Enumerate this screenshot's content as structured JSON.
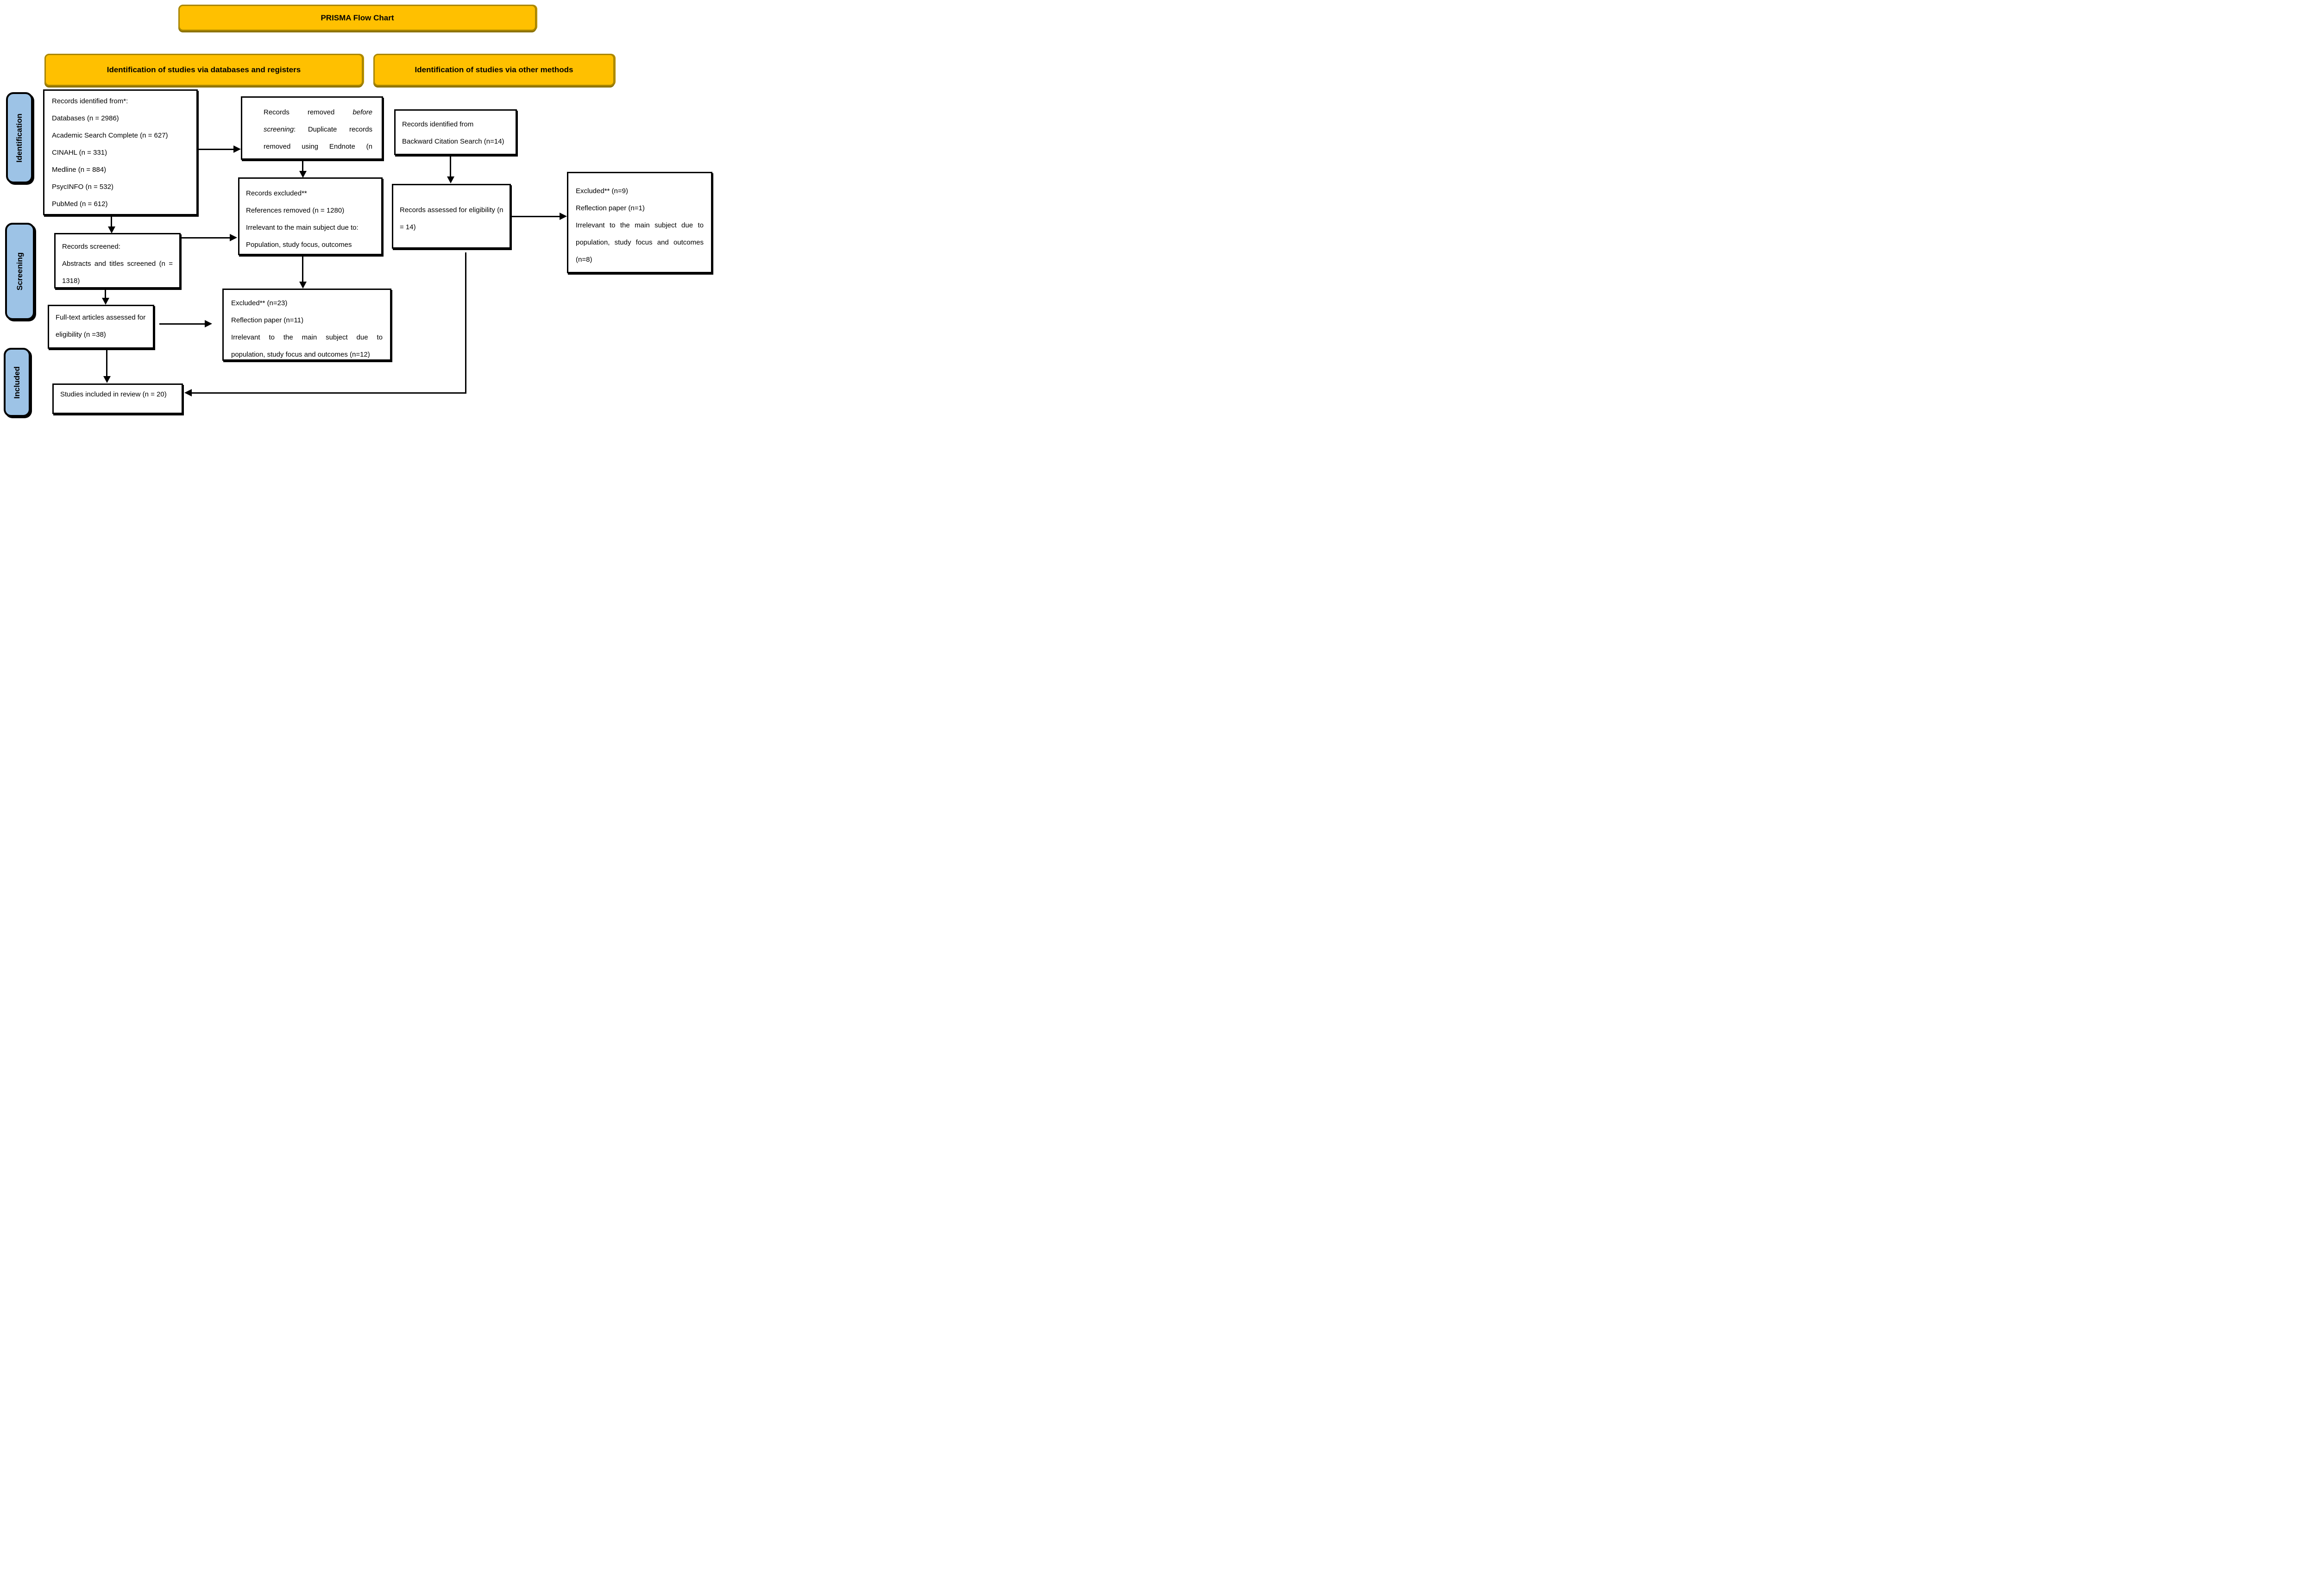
{
  "title": "PRISMA Flow Chart",
  "headers": {
    "databases": "Identification of studies via databases and registers",
    "other_methods": "Identification of studies via other methods"
  },
  "stages": {
    "identification": "Identification",
    "screening": "Screening",
    "included": "Included"
  },
  "colors": {
    "banner_orange": "#FFC000",
    "banner_border": "#A98600",
    "stage_blue": "#9DC3E6",
    "line_black": "#000000"
  },
  "boxes": {
    "identified": {
      "lines": [
        "Records identified from*:",
        "Databases (n = 2986)",
        "Academic Search Complete (n = 627)",
        "CINAHL (n = 331)",
        "Medline (n = 884)",
        "PsycINFO (n = 532)",
        "PubMed (n = 612)"
      ]
    },
    "removed": {
      "lines_rich": [
        "Records removed <i>before</i>",
        "<i>screening</i>: Duplicate records",
        "removed using Endnote (n"
      ]
    },
    "backward": {
      "lines": [
        "Records identified from",
        "Backward Citation Search (n=14)"
      ]
    },
    "excluded_records": {
      "lines": [
        "Records excluded**",
        "References removed (n = 1280)",
        "Irrelevant to the main subject due to:",
        "Population, study focus, outcomes"
      ]
    },
    "assessed": {
      "lines": [
        "Records assessed for eligibility (n",
        "= 14)"
      ]
    },
    "excluded_other": {
      "lines": [
        "Excluded** (n=9)",
        "Reflection paper (n=1)",
        "Irrelevant to the main subject due to",
        "population, study focus and outcomes",
        "(n=8)"
      ]
    },
    "screened": {
      "lines": [
        "Records screened:",
        "Abstracts and titles screened (n =",
        "1318)"
      ]
    },
    "fulltext": {
      "lines": [
        "Full-text articles assessed for",
        "eligibility (n =38)"
      ]
    },
    "excluded_fulltext": {
      "lines": [
        "Excluded** (n=23)",
        "Reflection paper (n=11)",
        "Irrelevant to the main subject due to",
        "population, study focus and outcomes (n=12)"
      ]
    },
    "included_review": {
      "lines": [
        "Studies included in review (n = 20)"
      ]
    }
  }
}
